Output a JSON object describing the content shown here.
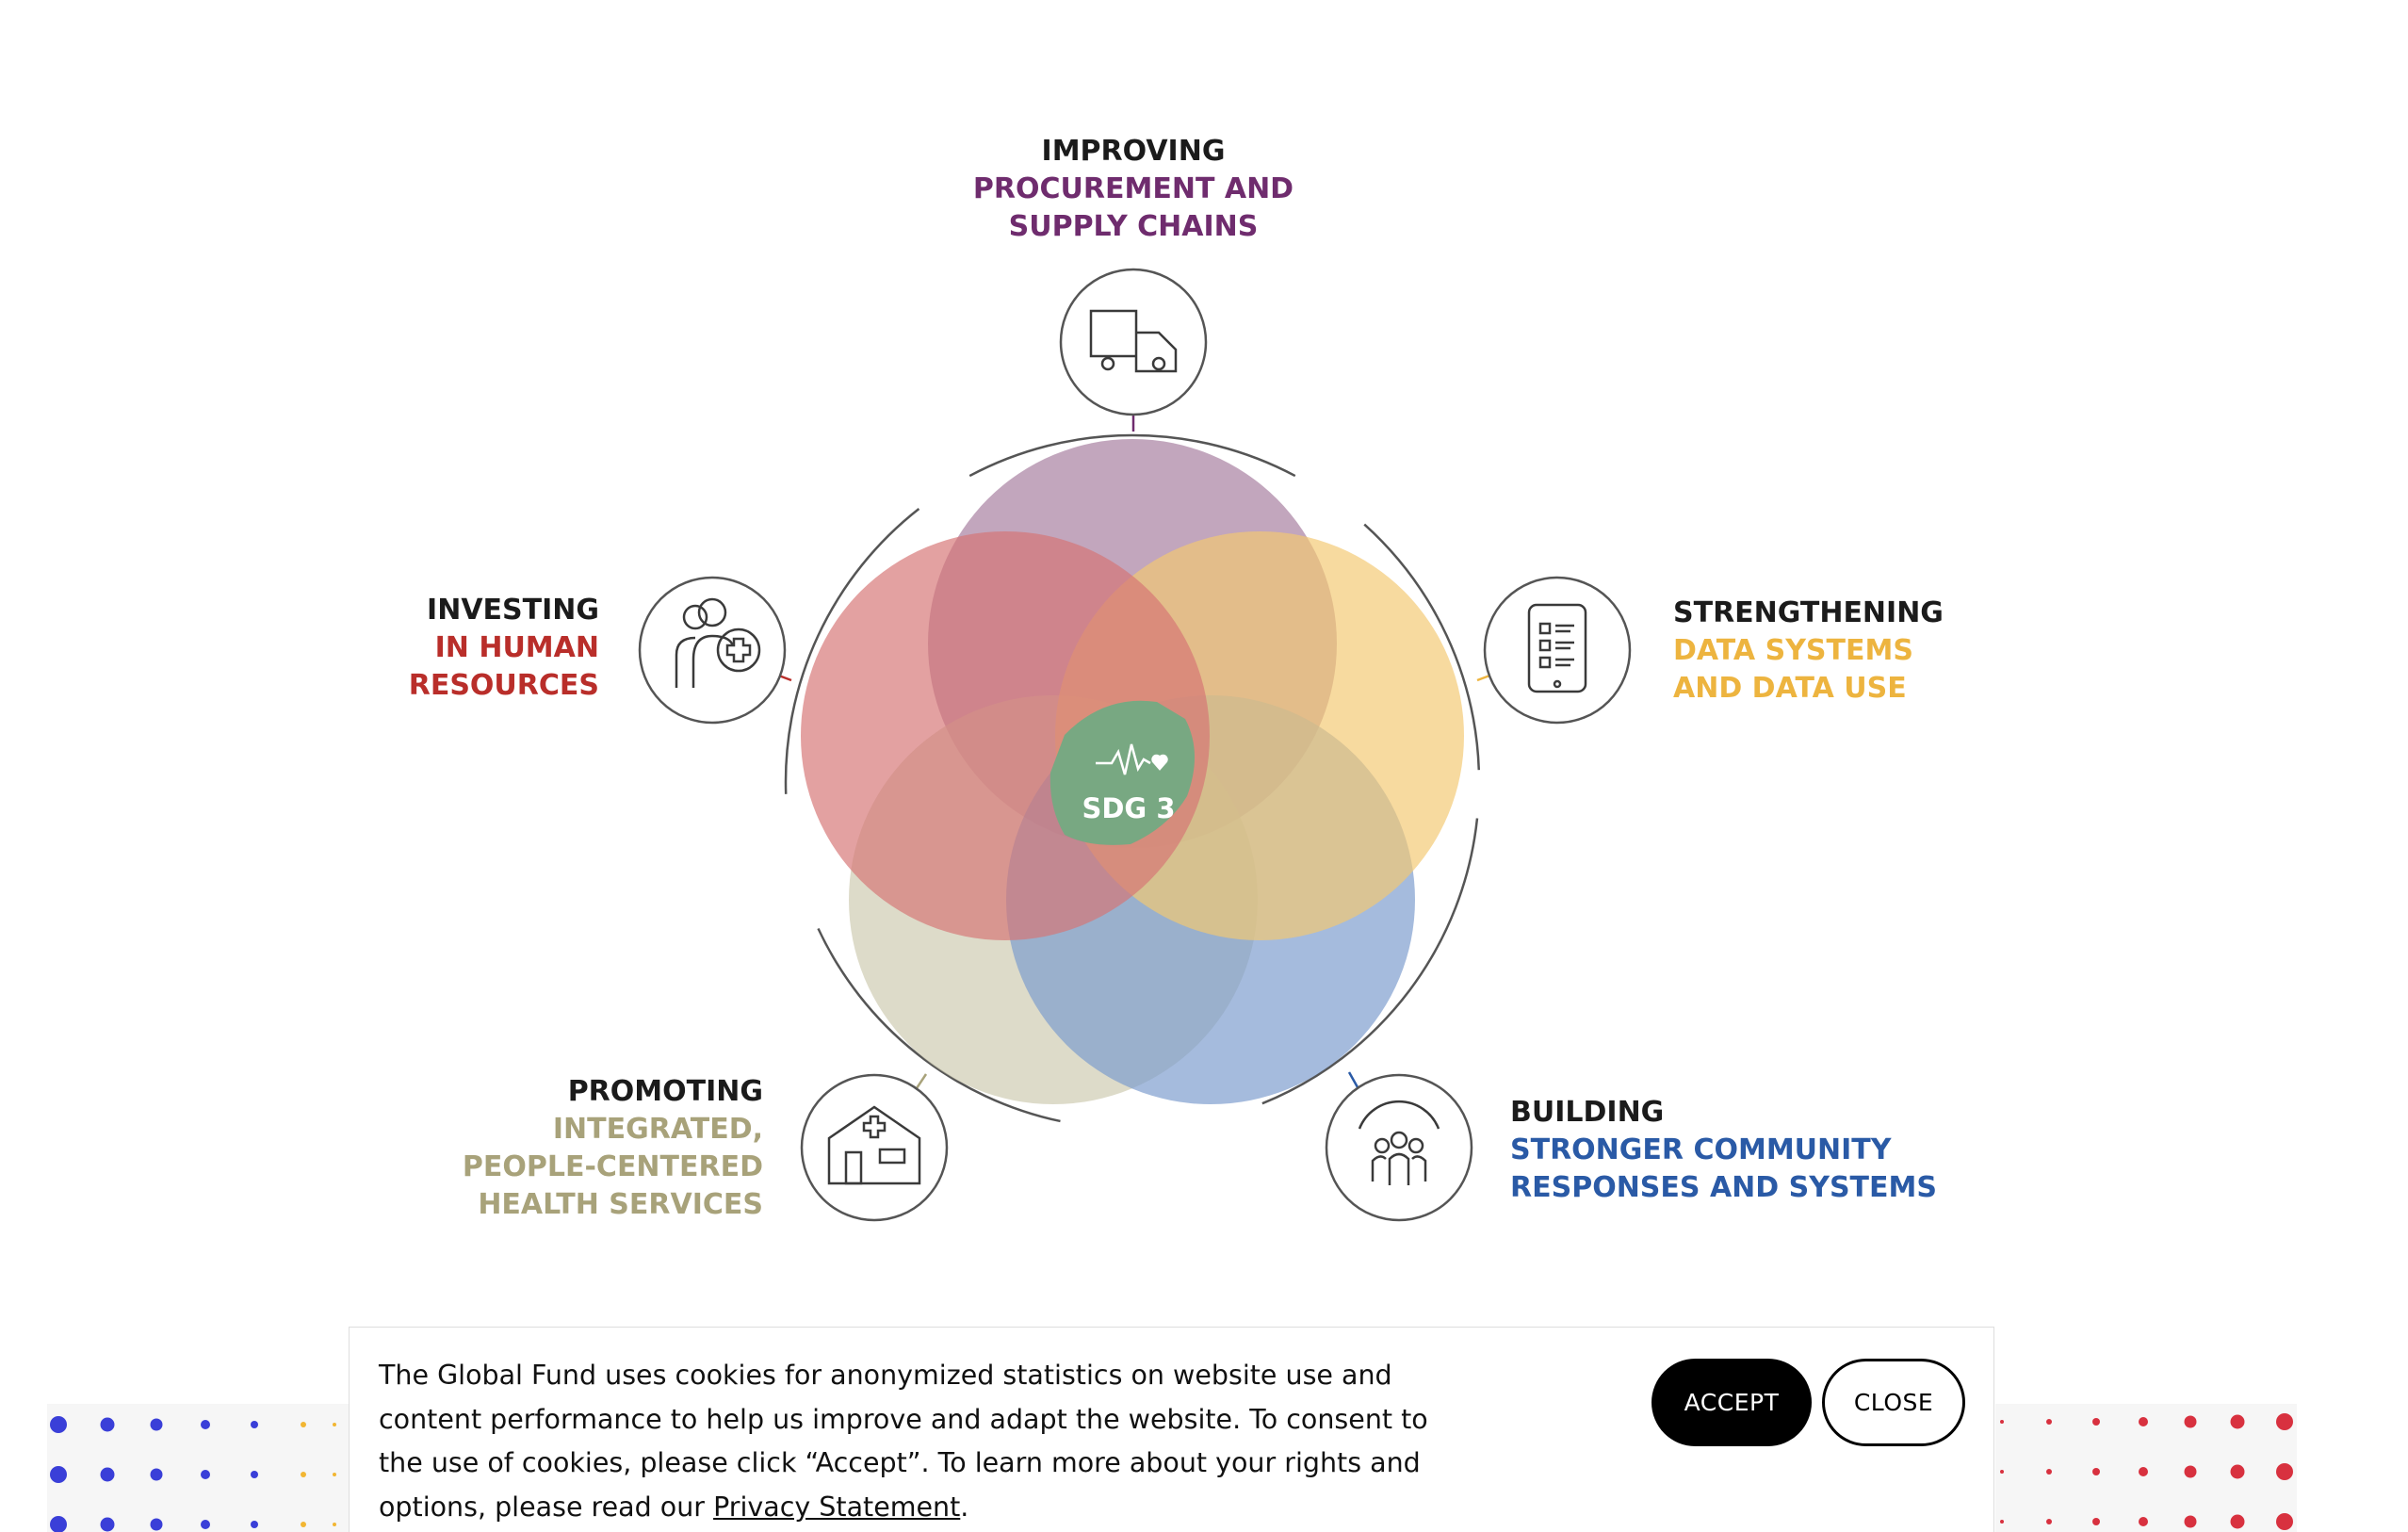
{
  "diagram": {
    "center_label": "SDG 3",
    "center_icon": "heartbeat-icon",
    "pillars": [
      {
        "id": "procurement",
        "heading": "IMPROVING",
        "lines": [
          "PROCUREMENT AND",
          "SUPPLY CHAINS"
        ],
        "color": "#6f2c6e",
        "fill": "#a57c9e",
        "icon": "truck-icon"
      },
      {
        "id": "data",
        "heading": "STRENGTHENING",
        "lines": [
          "DATA SYSTEMS",
          "AND DATA USE"
        ],
        "color": "#edb43f",
        "fill": "#f3c872",
        "icon": "tablet-checklist-icon"
      },
      {
        "id": "community",
        "heading": "BUILDING",
        "lines": [
          "STRONGER COMMUNITY",
          "RESPONSES AND SYSTEMS"
        ],
        "color": "#2a5aa6",
        "fill": "#7a9bcd",
        "icon": "community-people-icon"
      },
      {
        "id": "services",
        "heading": "PROMOTING",
        "lines": [
          "INTEGRATED,",
          "PEOPLE-CENTERED",
          "HEALTH SERVICES"
        ],
        "color": "#a8a27a",
        "fill": "#cdcab0",
        "icon": "health-facility-icon"
      },
      {
        "id": "hr",
        "heading": "INVESTING",
        "lines": [
          "IN HUMAN",
          "RESOURCES"
        ],
        "color": "#b92e2a",
        "fill": "#d67574",
        "icon": "health-workers-icon"
      }
    ]
  },
  "cookie_banner": {
    "lines": [
      "The Global Fund uses cookies for anonymized statistics on website use and",
      "content performance to help us improve and adapt the website. To consent to",
      "the use of cookies, please click “Accept”. To learn more about your rights and",
      "options, please read our "
    ],
    "link_text": "Privacy Statement",
    "trailing": ".",
    "accept_label": "ACCEPT",
    "close_label": "CLOSE"
  },
  "decor": {
    "left_dots_color": "#3a3fd8",
    "left_accent_color": "#f2b632",
    "right_dots_color": "#d8313f"
  }
}
